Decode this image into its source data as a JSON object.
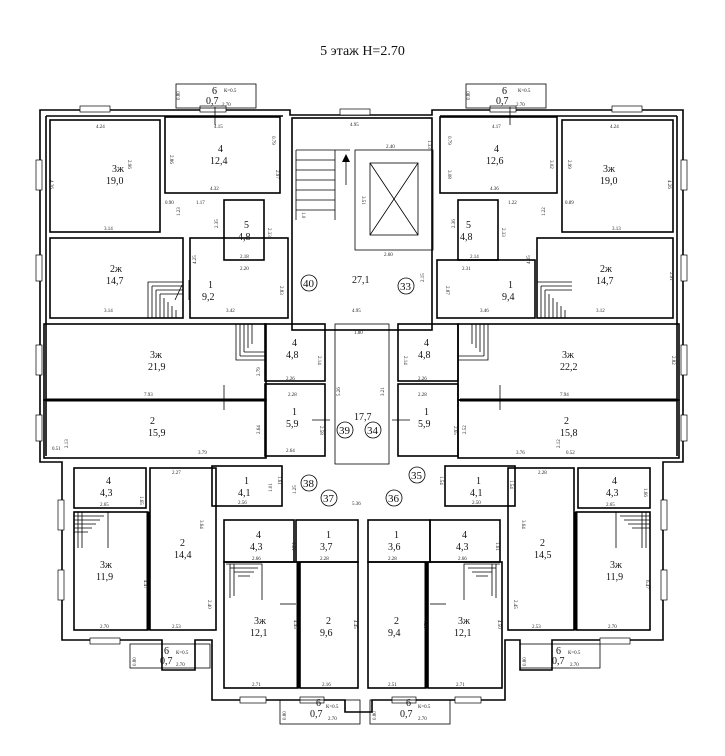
{
  "title": "5 этаж Н=2.70",
  "rooms": [
    {
      "id": "r-tl-6",
      "num": "6",
      "area": "0,7"
    },
    {
      "id": "r-tl-3zh",
      "num": "3ж",
      "area": "19,0"
    },
    {
      "id": "r-tl-4",
      "num": "4",
      "area": "12,4"
    },
    {
      "id": "r-tl-5",
      "num": "5",
      "area": "4,8"
    },
    {
      "id": "r-tl-2zh",
      "num": "2ж",
      "area": "14,7"
    },
    {
      "id": "r-tl-1",
      "num": "1",
      "area": "9,2"
    },
    {
      "id": "r-core",
      "num": "",
      "area": "27,1"
    },
    {
      "id": "r-tr-6",
      "num": "6",
      "area": "0,7"
    },
    {
      "id": "r-tr-4",
      "num": "4",
      "area": "12,6"
    },
    {
      "id": "r-tr-3zh",
      "num": "3ж",
      "area": "19,0"
    },
    {
      "id": "r-tr-5",
      "num": "5",
      "area": "4,8"
    },
    {
      "id": "r-tr-1",
      "num": "1",
      "area": "9,4"
    },
    {
      "id": "r-tr-2zh",
      "num": "2ж",
      "area": "14,7"
    },
    {
      "id": "r-ml-3zh",
      "num": "3ж",
      "area": "21,9"
    },
    {
      "id": "r-ml-4",
      "num": "4",
      "area": "4,8"
    },
    {
      "id": "r-ml-2",
      "num": "2",
      "area": "15,9"
    },
    {
      "id": "r-ml-1",
      "num": "1",
      "area": "5,9"
    },
    {
      "id": "r-mid",
      "num": "",
      "area": "17,7"
    },
    {
      "id": "r-mr-4",
      "num": "4",
      "area": "4,8"
    },
    {
      "id": "r-mr-3zh",
      "num": "3ж",
      "area": "22,2"
    },
    {
      "id": "r-mr-1",
      "num": "1",
      "area": "5,9"
    },
    {
      "id": "r-mr-2",
      "num": "2",
      "area": "15,8"
    },
    {
      "id": "r-bl-4",
      "num": "4",
      "area": "4,3"
    },
    {
      "id": "r-bl-3zh",
      "num": "3ж",
      "area": "11,9"
    },
    {
      "id": "r-bl-2",
      "num": "2",
      "area": "14,4"
    },
    {
      "id": "r-bl-6",
      "num": "6",
      "area": "0,7"
    },
    {
      "id": "r-bc-1a",
      "num": "1",
      "area": "4,1"
    },
    {
      "id": "r-bc-4a",
      "num": "4",
      "area": "4,3"
    },
    {
      "id": "r-bc-1b",
      "num": "1",
      "area": "3,7"
    },
    {
      "id": "r-bc-3zh-a",
      "num": "3ж",
      "area": "12,1"
    },
    {
      "id": "r-bc-2a",
      "num": "2",
      "area": "9,6"
    },
    {
      "id": "r-bc-6a",
      "num": "6",
      "area": "0,7"
    },
    {
      "id": "r-bc-1c",
      "num": "1",
      "area": "3,6"
    },
    {
      "id": "r-bc-4b",
      "num": "4",
      "area": "4,3"
    },
    {
      "id": "r-bc-2b",
      "num": "2",
      "area": "9,4"
    },
    {
      "id": "r-bc-3zh-b",
      "num": "3ж",
      "area": "12,1"
    },
    {
      "id": "r-bc-6b",
      "num": "6",
      "area": "0,7"
    },
    {
      "id": "r-br-1",
      "num": "1",
      "area": "4,1"
    },
    {
      "id": "r-br-4",
      "num": "4",
      "area": "4,3"
    },
    {
      "id": "r-br-2",
      "num": "2",
      "area": "14,5"
    },
    {
      "id": "r-br-3zh",
      "num": "3ж",
      "area": "11,9"
    },
    {
      "id": "r-br-6",
      "num": "6",
      "area": "0,7"
    }
  ],
  "apartments": [
    "40",
    "33",
    "39",
    "34",
    "38",
    "37",
    "36",
    "35"
  ],
  "balcony_coef": "К=0.5",
  "dims": {
    "tl_b6_w": "2.70",
    "tl_b6_h": "0.80",
    "tl_3zh_top": "4.24",
    "tl_4_top": "4.15",
    "tl_4_right": "0.79",
    "tl_3zh_side": "4.26",
    "tl_3zh_inner": "2.96",
    "tl_4_left": "2.86",
    "tl_4_inner": "2.97",
    "tl_4_bot": "4.32",
    "tl_090": "0.90",
    "tl_117": "1.17",
    "tl_123": "1.23",
    "tl_314": "3.14",
    "tl_5_l": "2.35",
    "tl_5_r": "2.33",
    "tl_5_b": "2.18",
    "tl_425": "4.25",
    "tl_220": "2.20",
    "tl_1_s": "2.83",
    "tl_2zh_b": "3.14",
    "tl_342": "3.42",
    "core_top": "4.95",
    "core_240": "2.40",
    "core_133": "1.33",
    "core_351": "3.51",
    "core_260": "2.60",
    "core_10": "1.0",
    "core_215": "2.15",
    "core_495": "4.95",
    "core_180": "1.80",
    "tr_b6_w": "2.70",
    "tr_b6_h": "0.80",
    "tr_417": "4.17",
    "tr_079": "0.79",
    "tr_424": "4.24",
    "tr_308": "3.08",
    "tr_302": "3.02",
    "tr_299": "2.99",
    "tr_426": "4.26",
    "tr_436": "4.36",
    "tr_089": "0.89",
    "tr_122": "1.22",
    "tr_122b": "1.22",
    "tr_313": "3.13",
    "tr_5_l": "2.36",
    "tr_5_r": "2.33",
    "tr_5_b": "2.14",
    "tr_231": "2.31",
    "tr_425": "4.25",
    "tr_287": "2.87",
    "tr_346": "3.46",
    "tr_312": "3.12",
    "tr_291": "2.91",
    "ml_214": "2.14",
    "ml_226": "2.26",
    "ml_279": "2.79",
    "ml_793": "7.93",
    "ml_228": "2.28",
    "ml_258": "2.58",
    "ml_264": "2.64",
    "ml_379": "3.79",
    "ml_051": "0.51",
    "ml_213": "2.13",
    "ml_264b": "2.64",
    "ml_526": "5.26",
    "mr_214": "2.14",
    "mr_226": "2.26",
    "mr_282": "2.82",
    "mr_794": "7.94",
    "mr_228": "2.28",
    "mr_252": "2.52",
    "mr_265": "2.65",
    "mr_376": "3.76",
    "mr_052": "0.52",
    "mr_212": "2.12",
    "mr_321": "3.21",
    "bl_165": "1.65",
    "bl_265": "2.65",
    "bl_227": "2.27",
    "bl_364": "3.64",
    "bl_447": "4.47",
    "bl_240": "2.40",
    "bl_270": "2.70",
    "bl_253": "2.53",
    "bl_b_w": "2.70",
    "bl_b_h": "0.80",
    "bc_161": "1.61",
    "bc_101": "1.01",
    "bc_256": "2.56",
    "bc_125": "1.25",
    "bc_266": "2.66",
    "bc_161b": "1.61",
    "bc_228": "2.28",
    "bc_536": "5.36",
    "bc_445": "4.45",
    "bc_445b": "4.45",
    "bc_271": "2.71",
    "bc_216": "2.16",
    "bc_b1_w": "2.70",
    "bc_b1_h": "0.80",
    "bc_b2_w": "2.70",
    "bc_b2_h": "0.80",
    "bc_228b": "2.28",
    "bc_266b": "2.66",
    "bc_161c": "1.61",
    "bc_450": "4.50",
    "bc_450b": "4.50",
    "bc_251": "2.51",
    "bc_271b": "2.71",
    "br_154": "1.54",
    "br_250": "2.50",
    "br_154b": "1.54",
    "br_228": "2.28",
    "br_364": "3.64",
    "br_265": "2.65",
    "br_166": "1.66",
    "br_445": "2.45",
    "br_447": "6.47",
    "br_253": "2.53",
    "br_270": "2.70",
    "br_b_w": "2.70",
    "br_b_h": "0.80"
  }
}
